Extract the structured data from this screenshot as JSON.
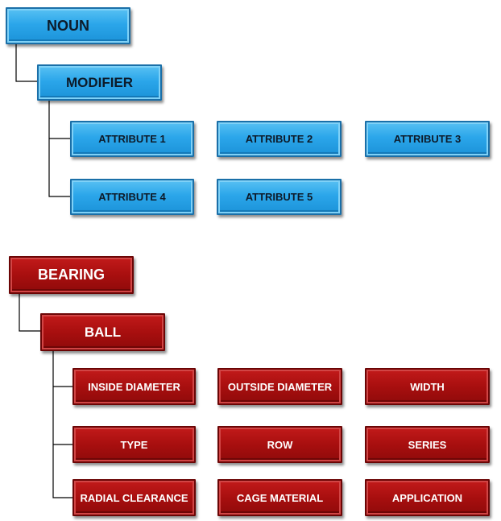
{
  "template": {
    "noun": "NOUN",
    "modifier": "MODIFIER",
    "attributes": [
      "ATTRIBUTE 1",
      "ATTRIBUTE 2",
      "ATTRIBUTE 3",
      "ATTRIBUTE 4",
      "ATTRIBUTE 5"
    ],
    "color": "#2ba6ea"
  },
  "example": {
    "noun": "BEARING",
    "modifier": "BALL",
    "attributes": [
      "INSIDE DIAMETER",
      "OUTSIDE DIAMETER",
      "WIDTH",
      "TYPE",
      "ROW",
      "SERIES",
      "RADIAL CLEARANCE",
      "CAGE MATERIAL",
      "APPLICATION"
    ],
    "color": "#a80f0f"
  }
}
